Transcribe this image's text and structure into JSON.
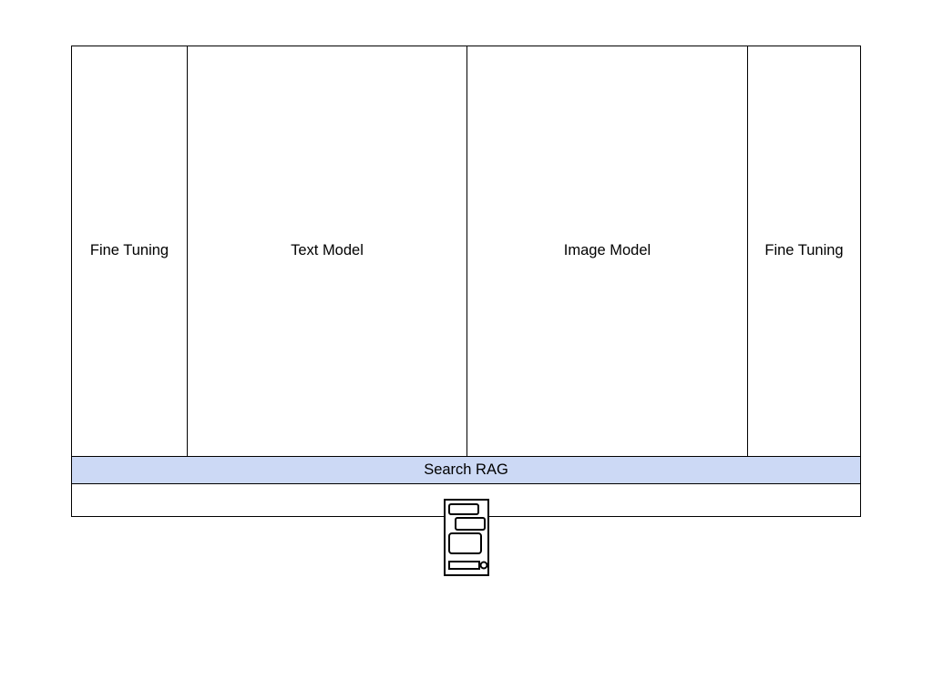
{
  "diagram": {
    "type": "layered-architecture-block-diagram",
    "columns": [
      {
        "label": "Fine Tuning",
        "name": "column-fine-tuning-left"
      },
      {
        "label": "Text Model",
        "name": "column-text-model"
      },
      {
        "label": "Image Model",
        "name": "column-image-model"
      },
      {
        "label": "Fine Tuning",
        "name": "column-fine-tuning-right"
      }
    ],
    "band": {
      "label": "Search RAG",
      "fill_color": "#ccd9f5",
      "border_color": "#000000"
    },
    "footer_row": {
      "label": ""
    },
    "icon": {
      "name": "server-tower-icon",
      "label": ""
    },
    "colors": {
      "background": "#ffffff",
      "stroke": "#000000",
      "band_fill": "#ccd9f5",
      "text": "#000000"
    }
  }
}
